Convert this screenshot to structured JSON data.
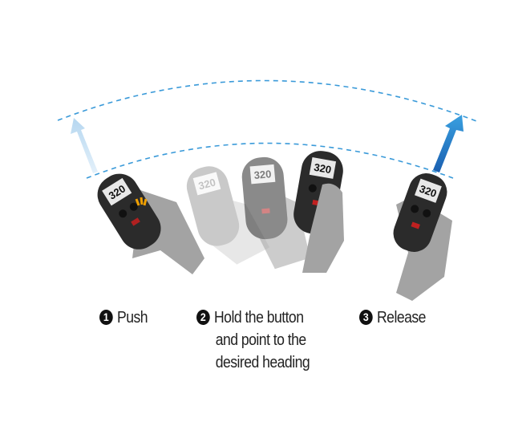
{
  "steps": [
    {
      "number": "1",
      "label": "Push"
    },
    {
      "number": "2",
      "label_lines": [
        "Hold the button",
        "and point to the",
        "desired heading"
      ]
    },
    {
      "number": "3",
      "label": "Release"
    }
  ],
  "remote": {
    "screen_value": "320"
  },
  "colors": {
    "arc": "#3a9ad9",
    "arrow_start": "#cfe6f6",
    "arrow_end": "#1a6fc0",
    "remote_body": "#2b2b2b",
    "hand": "#a3a3a3",
    "push_flash": "#f0a000"
  }
}
